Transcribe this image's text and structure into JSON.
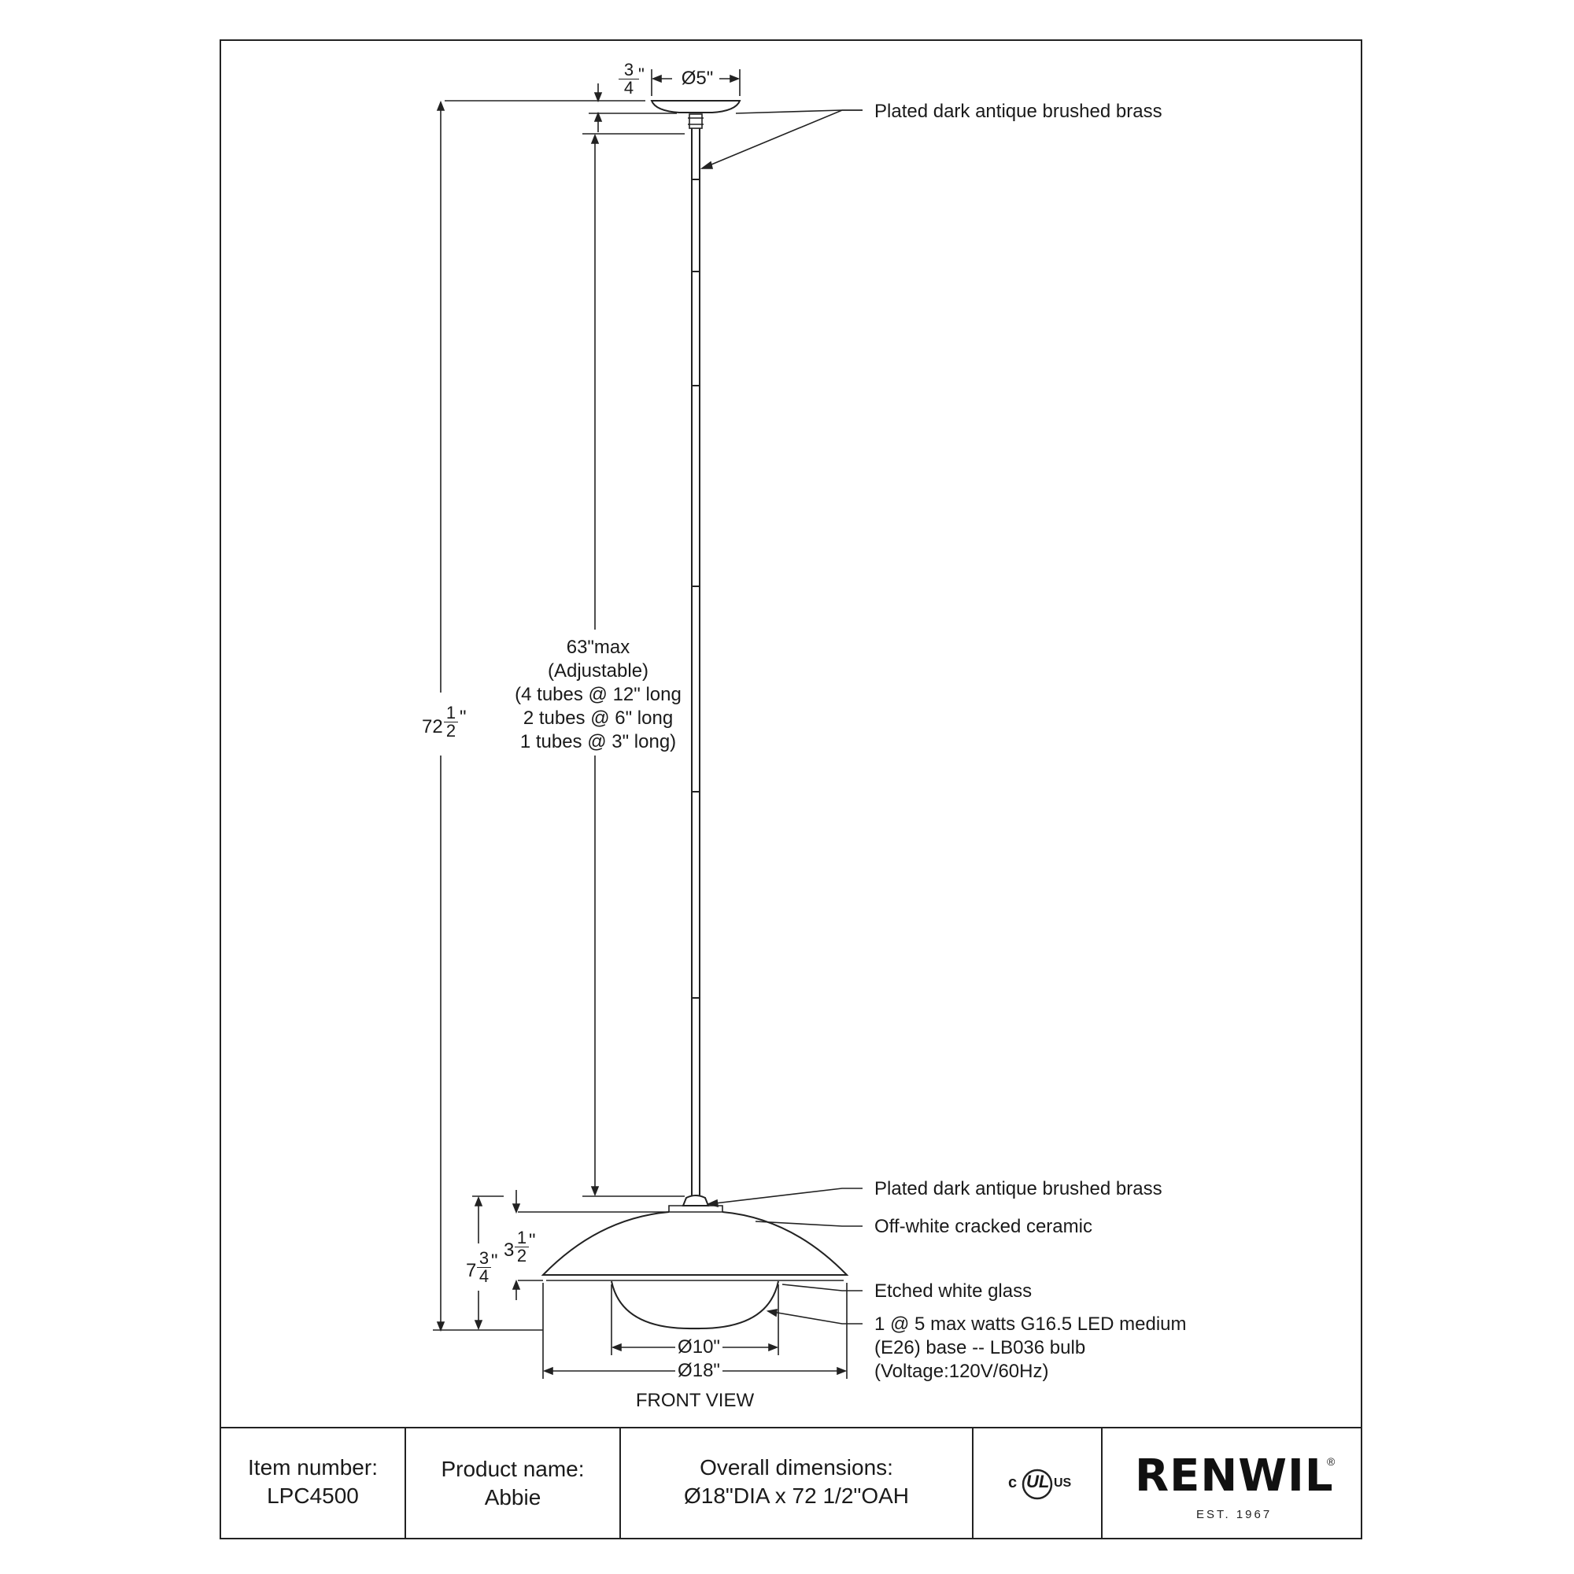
{
  "drawing": {
    "view_title": "FRONT VIEW",
    "dimensions": {
      "canopy_height_num": "3",
      "canopy_height_den": "4",
      "canopy_diameter": "Ø5\"",
      "stem_length_lines": [
        "63\"max",
        "(Adjustable)",
        "(4 tubes @ 12\" long",
        "2 tubes @ 6\" long",
        "1 tubes @ 3\" long)"
      ],
      "overall_height_whole": "72",
      "overall_height_num": "1",
      "overall_height_den": "2",
      "shade_height_whole": "7",
      "shade_height_num": "3",
      "shade_height_den": "4",
      "dome_height_whole": "3",
      "dome_height_num": "1",
      "dome_height_den": "2",
      "glass_diameter": "Ø10\"",
      "shade_diameter": "Ø18\""
    },
    "callouts": [
      "Plated dark antique brushed brass",
      "Plated dark antique brushed brass",
      "Off-white cracked ceramic",
      "Etched white glass",
      "1 @ 5 max watts G16.5 LED medium",
      "(E26) base -- LB036 bulb",
      "(Voltage:120V/60Hz)"
    ]
  },
  "title_block": {
    "item_label": "Item number:",
    "item_value": "LPC4500",
    "product_label": "Product name:",
    "product_value": "Abbie",
    "dims_label": "Overall dimensions:",
    "dims_value": "Ø18\"DIA x 72 1/2\"OAH",
    "cert_mark": "UL",
    "cert_c": "c",
    "cert_us": "US",
    "brand": "RENWIL",
    "brand_reg": "®",
    "brand_est": "EST. 1967"
  }
}
